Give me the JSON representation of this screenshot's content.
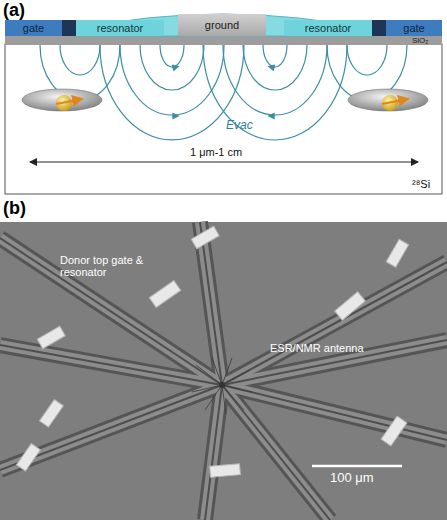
{
  "diagram": {
    "nodes": [
      {
        "text": [
          "gate"
        ]
      },
      {
        "text": [
          "resonator"
        ]
      },
      {
        "text": [
          "ground"
        ]
      },
      {
        "text": [
          "resonator"
        ]
      },
      {
        "text": [
          "gate"
        ]
      }
    ],
    "labels": [
      "(a)",
      "SiO₂",
      "Evac",
      "1 μm-1 cm",
      "²⁸Si",
      "(b)",
      "Donor top gate & resonator",
      "ESR/NMR antenna",
      "100 μm"
    ]
  }
}
